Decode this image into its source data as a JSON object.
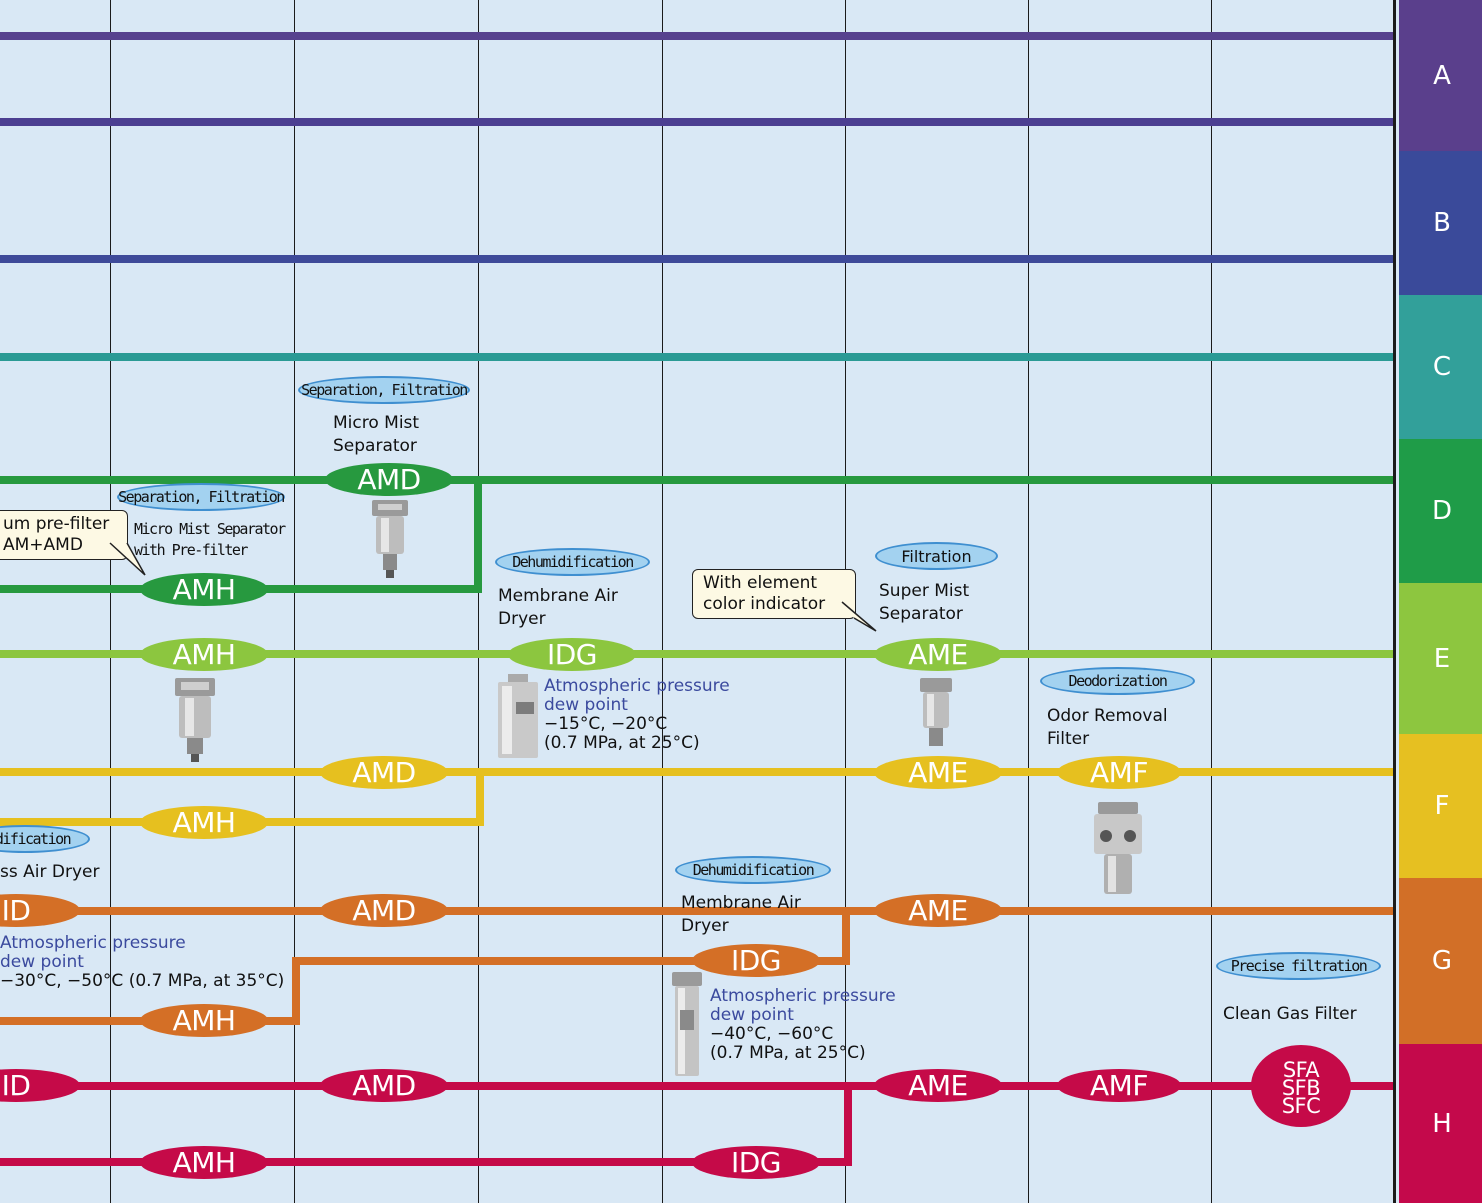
{
  "colors": {
    "background": "#d9e8f5",
    "line_A": "#57418e",
    "line_B": "#3e4a99",
    "line_C": "#2a9a94",
    "line_D": "#27993f",
    "line_E": "#8cc63f",
    "line_F": "#e6c01f",
    "line_G": "#d46f26",
    "line_H": "#c50a48",
    "tag_fill": "#a3d2f0",
    "tag_border": "#3f8fd0"
  },
  "sidebar": {
    "rows": [
      {
        "label": "A",
        "color": "#5a3f8c"
      },
      {
        "label": "B",
        "color": "#3a4a9a"
      },
      {
        "label": "C",
        "color": "#32a09a"
      },
      {
        "label": "D",
        "color": "#1f9c48"
      },
      {
        "label": "E",
        "color": "#8dc63f"
      },
      {
        "label": "F",
        "color": "#e6c021"
      },
      {
        "label": "G",
        "color": "#d26f27"
      },
      {
        "label": "H",
        "color": "#c4094b"
      }
    ]
  },
  "pills": {
    "d_amd": "AMD",
    "d_amh": "AMH",
    "e_amh": "AMH",
    "e_idg": "IDG",
    "e_ame": "AME",
    "f_amd": "AMD",
    "f_ame": "AME",
    "f_amf": "AMF",
    "f_amh": "AMH",
    "g_id": "ID",
    "g_amd": "AMD",
    "g_ame": "AME",
    "g_idg": "IDG",
    "g_amh": "AMH",
    "h_id": "ID",
    "h_amd": "AMD",
    "h_ame": "AME",
    "h_amf": "AMF",
    "h_sf": [
      "SFA",
      "SFB",
      "SFC"
    ],
    "h_amh": "AMH",
    "h_idg": "IDG"
  },
  "tags": {
    "micro_mist_sep": "Separation, Filtration",
    "micro_mist_prefilter": "Separation, Filtration",
    "membrane_e": "Dehumidification",
    "super_mist": "Filtration",
    "odor": "Deodorization",
    "dryer_g": "midification",
    "membrane_g": "Dehumidification",
    "clean_gas": "Precise filtration"
  },
  "labels": {
    "micro_mist_sep": [
      "Micro Mist",
      "Separator"
    ],
    "micro_mist_prefilter": [
      "Micro Mist Separator",
      "with Pre-filter"
    ],
    "membrane_e": [
      "Membrane Air",
      "Dryer"
    ],
    "super_mist": [
      "Super Mist",
      "Separator"
    ],
    "odor": [
      "Odor Removal",
      "Filter"
    ],
    "dryer_g": "ss Air Dryer",
    "membrane_g": [
      "Membrane Air",
      "Dryer"
    ],
    "clean_gas": "Clean Gas Filter"
  },
  "callouts": {
    "prefilter": [
      "um pre-filter",
      "AM+AMD"
    ],
    "indicator": [
      "With element",
      "color indicator"
    ]
  },
  "notes": {
    "idg_e": {
      "title": [
        "Atmospheric pressure",
        "dew point"
      ],
      "value": [
        "−15°C, −20°C",
        "(0.7 MPa, at 25°C)"
      ]
    },
    "id_g": {
      "title": [
        "Atmospheric pressure",
        "dew point"
      ],
      "value": [
        "−30°C, −50°C (0.7 MPa, at 35°C)"
      ]
    },
    "idg_g": {
      "title": [
        "Atmospheric pressure",
        "dew point"
      ],
      "value": [
        "−40°C, −60°C",
        "(0.7 MPa, at 25°C)"
      ]
    }
  },
  "products": {
    "amd": "AMD filter body",
    "amh": "AMH filter body",
    "idg_e": "IDG membrane dryer",
    "ame": "AME filter body",
    "amf": "AMF filter body",
    "idg_g": "IDG membrane dryer"
  }
}
